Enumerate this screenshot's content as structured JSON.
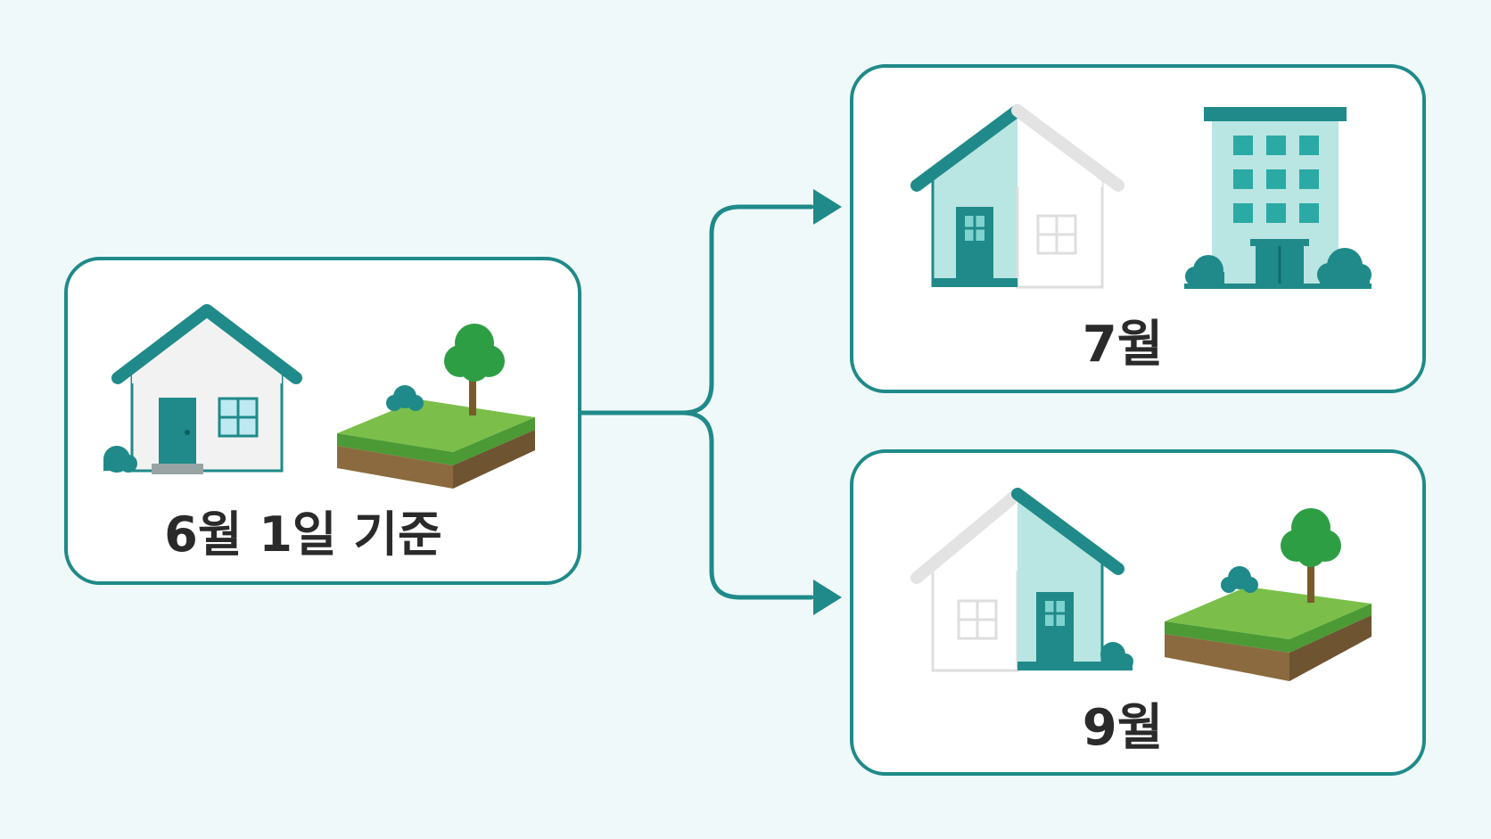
{
  "diagram": {
    "base_label": "6월 1일 기준",
    "top_label": "7월",
    "bottom_label": "9월"
  },
  "colors": {
    "teal": "#1f8a89",
    "teal_dark": "#147c79",
    "teal_light": "#b9e5e2",
    "grass": "#7bbf4a",
    "grass_dark": "#4b9a35",
    "soil": "#8a6a3e",
    "tree": "#2e9e45",
    "background": "#eff9f9"
  }
}
